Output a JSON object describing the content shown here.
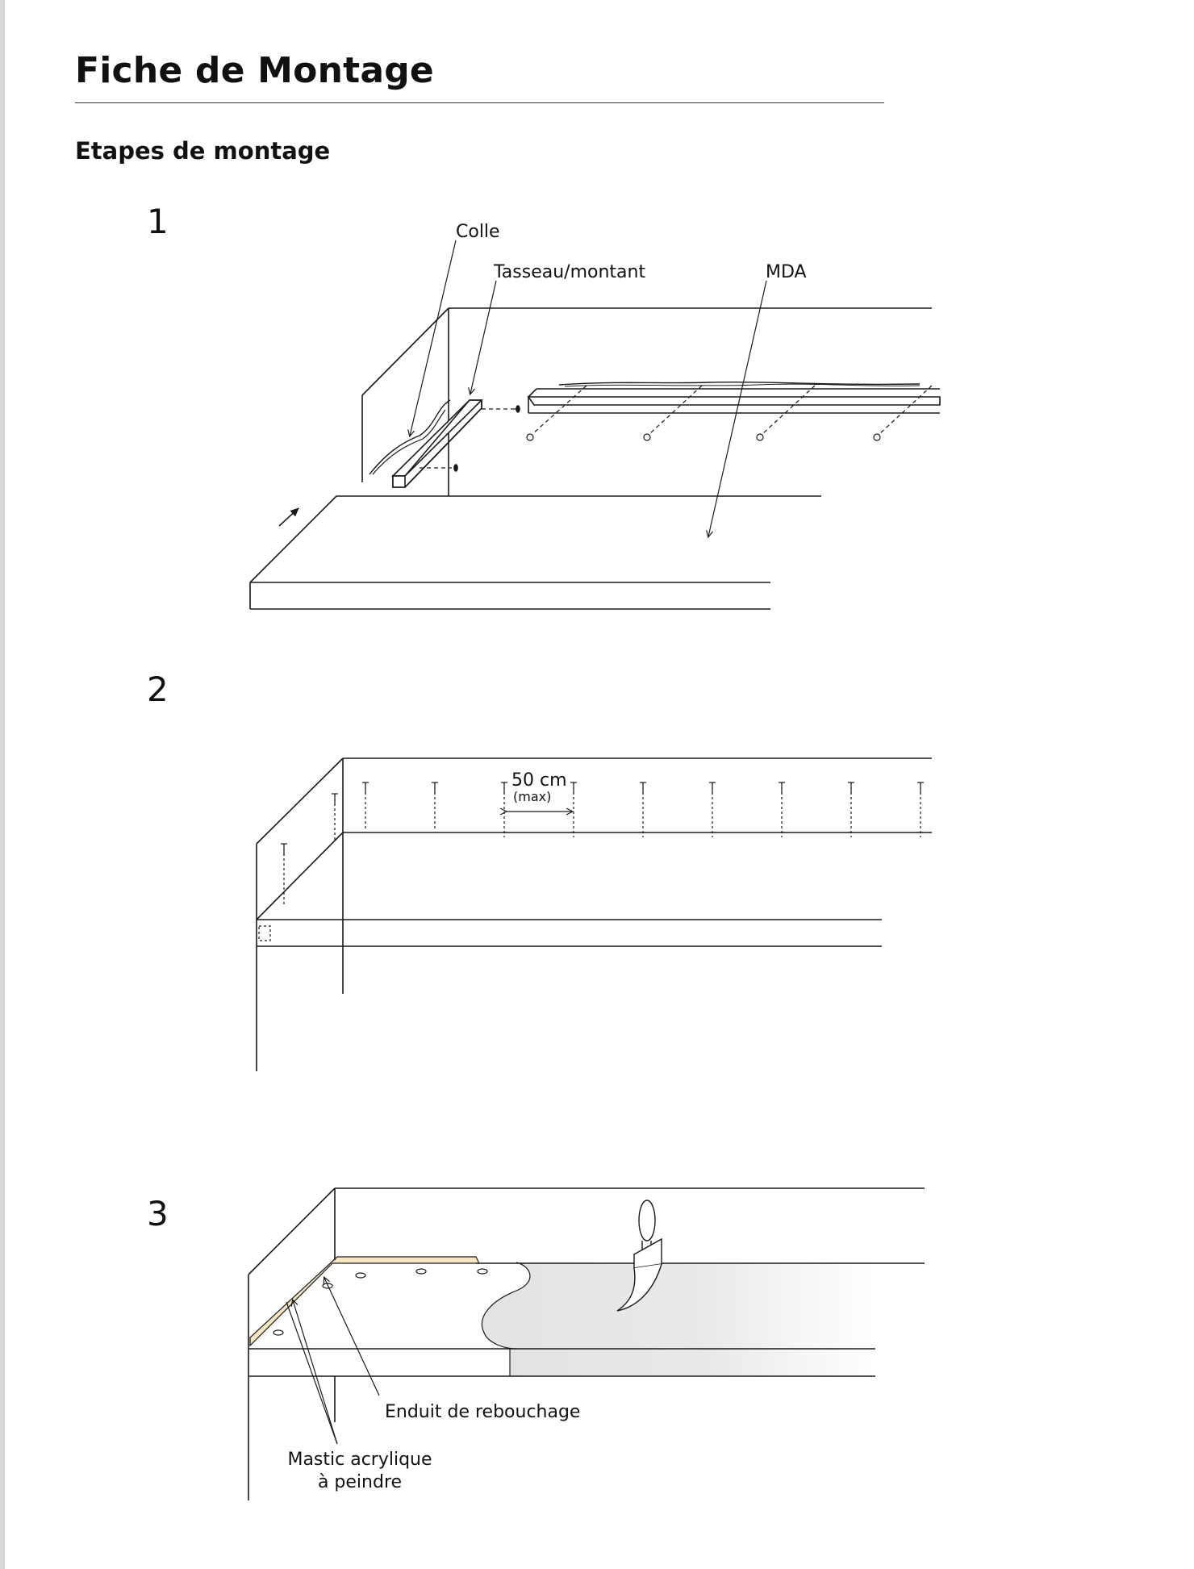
{
  "document": {
    "title": "Fiche de Montage",
    "section_title": "Etapes de montage"
  },
  "steps": [
    {
      "number": "1",
      "labels": {
        "glue": "Colle",
        "batten": "Tasseau/montant",
        "panel": "MDA"
      }
    },
    {
      "number": "2",
      "labels": {
        "spacing": "50 cm",
        "spacing_note": "(max)"
      }
    },
    {
      "number": "3",
      "labels": {
        "filler": "Enduit de rebouchage",
        "sealant_line1": "Mastic acrylique",
        "sealant_line2": "à peindre"
      }
    }
  ],
  "colors": {
    "line": "#1a1a1a",
    "sealant": "#f6e6c2",
    "filler": "#e6e6e6"
  }
}
